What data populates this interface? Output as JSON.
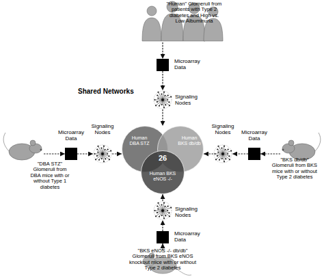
{
  "diagram": {
    "nodes": [
      {
        "text": [
          "\"Human\" Glomeruli from patients with Type 2 diabetes and High vs. Low Albuminuria"
        ]
      },
      {
        "text": [
          "Microarray Data"
        ]
      },
      {
        "text": [
          "Signaling Nodes"
        ]
      },
      {
        "text": [
          "Shared Networks",
          "26"
        ]
      },
      {
        "text": [
          "Human DBA STZ"
        ],
        "in": 3
      },
      {
        "text": [
          "Human BKS db/db"
        ],
        "in": 3
      },
      {
        "text": [
          "Human BKS eNOS -/-"
        ],
        "in": 3
      },
      {
        "text": [
          "\"DBA STZ\" Glomeruli from DBA mice with or without Type 1 diabetes"
        ]
      },
      {
        "text": [
          "Microarray Data"
        ]
      },
      {
        "text": [
          "Signaling Nodes"
        ]
      },
      {
        "text": [
          "Signaling Nodes"
        ]
      },
      {
        "text": [
          "Microarray Data"
        ]
      },
      {
        "text": [
          "\"BKS db/db\" Glomeruli from BKS mice with or without Type 2 diabetes"
        ]
      },
      {
        "text": [
          "Signaling Nodes"
        ]
      },
      {
        "text": [
          "Microarray Data"
        ]
      },
      {
        "text": [
          "\"BKS eNOS -/- db/db\" Glomeruli from BKS eNOS knockout mice with or without Type 2 diabetes"
        ]
      }
    ],
    "edges": [
      {
        "from": 0,
        "to": 1,
        "arrow": "to"
      },
      {
        "from": 1,
        "to": 2,
        "arrow": "to"
      },
      {
        "from": 2,
        "to": 3,
        "arrow": "to"
      },
      {
        "from": 7,
        "to": 8,
        "arrow": "to"
      },
      {
        "from": 8,
        "to": 9,
        "arrow": "to"
      },
      {
        "from": 9,
        "to": 3,
        "arrow": "to"
      },
      {
        "from": 12,
        "to": 11,
        "arrow": "to"
      },
      {
        "from": 11,
        "to": 10,
        "arrow": "to"
      },
      {
        "from": 10,
        "to": 3,
        "arrow": "to"
      },
      {
        "from": 15,
        "to": 14,
        "arrow": "to"
      },
      {
        "from": 14,
        "to": 13,
        "arrow": "to"
      },
      {
        "from": 13,
        "to": 3,
        "arrow": "to"
      }
    ]
  }
}
